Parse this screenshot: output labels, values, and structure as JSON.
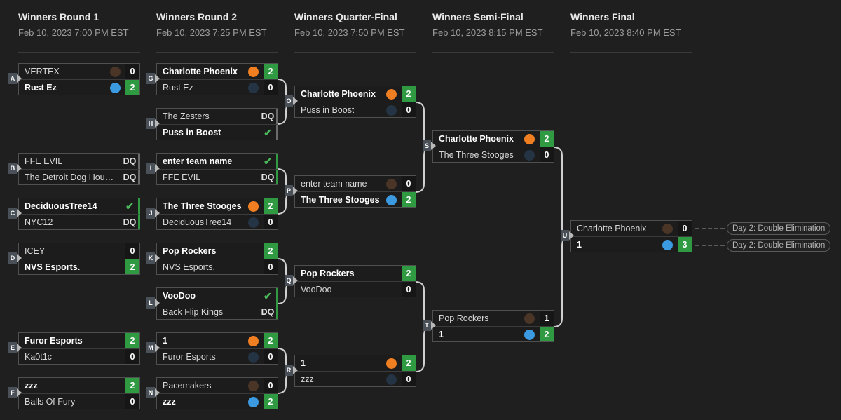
{
  "rounds": [
    {
      "title": "Winners Round 1",
      "date": "Feb 10, 2023 7:00 PM EST"
    },
    {
      "title": "Winners Round 2",
      "date": "Feb 10, 2023 7:25 PM EST"
    },
    {
      "title": "Winners Quarter-Final",
      "date": "Feb 10, 2023 7:50 PM EST"
    },
    {
      "title": "Winners Semi-Final",
      "date": "Feb 10, 2023 8:15 PM EST"
    },
    {
      "title": "Winners Final",
      "date": "Feb 10, 2023 8:40 PM EST"
    }
  ],
  "matches": {
    "A": {
      "label": "A",
      "t1": "VERTEX",
      "s1": "0",
      "t2": "Rust Ez",
      "s2": "2"
    },
    "B": {
      "label": "B",
      "t1": "FFE EVIL",
      "s1": "DQ",
      "t2": "The Detroit Dog Hou…",
      "s2": "DQ"
    },
    "C": {
      "label": "C",
      "t1": "DeciduousTree14",
      "s1": "✔",
      "t2": "NYC12",
      "s2": "DQ"
    },
    "D": {
      "label": "D",
      "t1": "ICEY",
      "s1": "0",
      "t2": "NVS Esports.",
      "s2": "2"
    },
    "E": {
      "label": "E",
      "t1": "Furor Esports",
      "s1": "2",
      "t2": "Ka0t1c",
      "s2": "0"
    },
    "F": {
      "label": "F",
      "t1": "zzz",
      "s1": "2",
      "t2": "Balls Of Fury",
      "s2": "0"
    },
    "G": {
      "label": "G",
      "t1": "Charlotte Phoenix",
      "s1": "2",
      "t2": "Rust Ez",
      "s2": "0"
    },
    "H": {
      "label": "H",
      "t1": "The Zesters",
      "s1": "DQ",
      "t2": "Puss in Boost",
      "s2": "✔"
    },
    "I": {
      "label": "I",
      "t1": "enter team name",
      "s1": "✔",
      "t2": "FFE EVIL",
      "s2": "DQ"
    },
    "J": {
      "label": "J",
      "t1": "The Three Stooges",
      "s1": "2",
      "t2": "DeciduousTree14",
      "s2": "0"
    },
    "K": {
      "label": "K",
      "t1": "Pop Rockers",
      "s1": "2",
      "t2": "NVS Esports.",
      "s2": "0"
    },
    "L": {
      "label": "L",
      "t1": "VooDoo",
      "s1": "✔",
      "t2": "Back Flip Kings",
      "s2": "DQ"
    },
    "M": {
      "label": "M",
      "t1": "1",
      "s1": "2",
      "t2": "Furor Esports",
      "s2": "0"
    },
    "N": {
      "label": "N",
      "t1": "Pacemakers",
      "s1": "0",
      "t2": "zzz",
      "s2": "2"
    },
    "O": {
      "label": "O",
      "t1": "Charlotte Phoenix",
      "s1": "2",
      "t2": "Puss in Boost",
      "s2": "0"
    },
    "P": {
      "label": "P",
      "t1": "enter team name",
      "s1": "0",
      "t2": "The Three Stooges",
      "s2": "2"
    },
    "Q": {
      "label": "Q",
      "t1": "Pop Rockers",
      "s1": "2",
      "t2": "VooDoo",
      "s2": "0"
    },
    "R": {
      "label": "R",
      "t1": "1",
      "s1": "2",
      "t2": "zzz",
      "s2": "0"
    },
    "S": {
      "label": "S",
      "t1": "Charlotte Phoenix",
      "s1": "2",
      "t2": "The Three Stooges",
      "s2": "0"
    },
    "T": {
      "label": "T",
      "t1": "Pop Rockers",
      "s1": "1",
      "t2": "1",
      "s2": "2"
    },
    "U": {
      "label": "U",
      "t1": "Charlotte Phoenix",
      "s1": "0",
      "t2": "1",
      "s2": "3"
    }
  },
  "next_stage": {
    "top": "Day 2: Double Elimination",
    "bottom": "Day 2: Double Elimination"
  },
  "colors": {
    "win": "#2f9a42",
    "orange": "#f07f22",
    "blue": "#3b9ae0",
    "background": "#1f1f1f"
  }
}
